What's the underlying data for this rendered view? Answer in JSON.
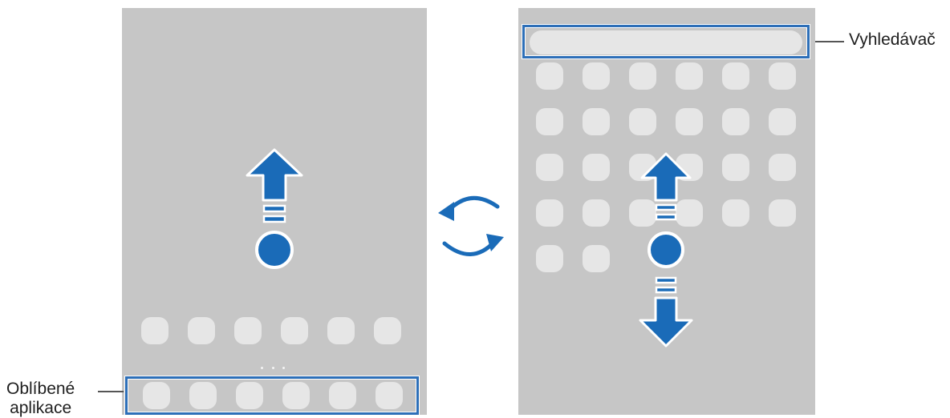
{
  "labels": {
    "search": "Vyhledávač",
    "favorites_line1": "Oblíbené",
    "favorites_line2": "aplikace"
  },
  "colors": {
    "screen_bg": "#c6c6c6",
    "app_icon": "#e6e6e6",
    "accent_blue": "#1a6bb8",
    "highlight_border": "#2d6fb8"
  },
  "home_screen": {
    "app_row_count": 6,
    "favorites_count": 6,
    "gesture": "swipe-up",
    "page_indicator_dots": 3
  },
  "apps_screen": {
    "app_grid": [
      6,
      6,
      6,
      6,
      2
    ],
    "gesture": "swipe-up-or-down"
  },
  "switch_icon": "rotate-arrows-icon"
}
